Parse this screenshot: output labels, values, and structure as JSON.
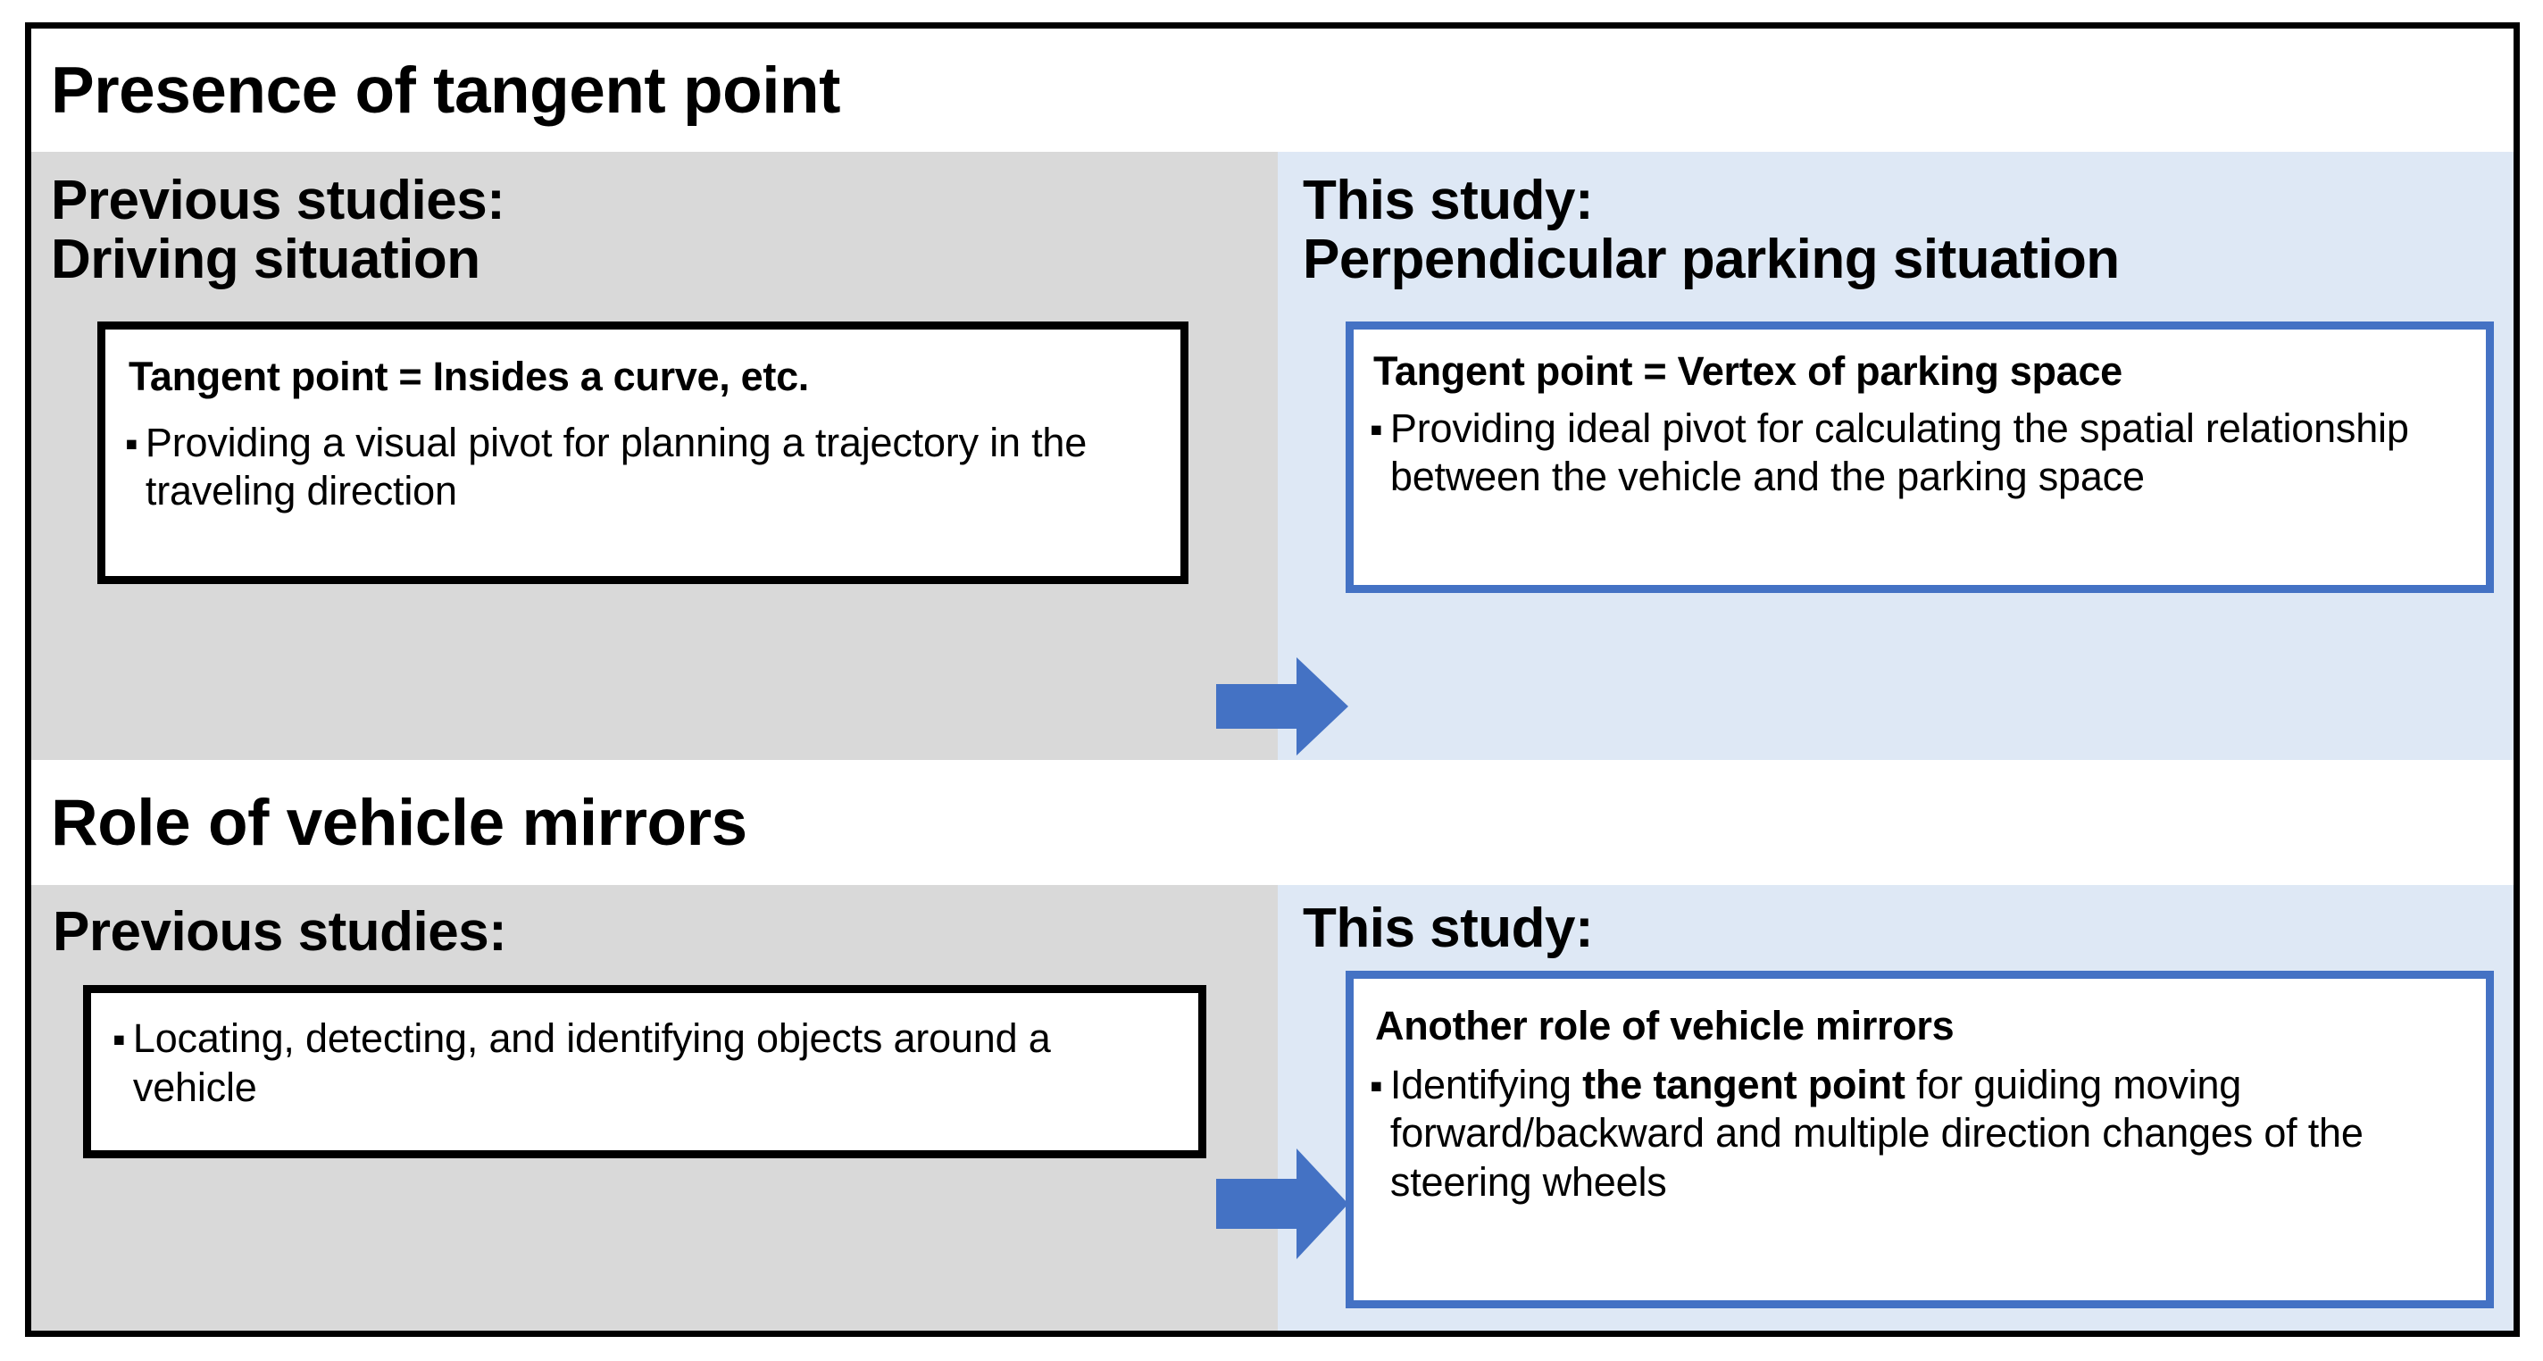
{
  "document": {
    "kind": "two-row comparison diagram",
    "colors": {
      "frame_border": "#000000",
      "panel_gray": "#d9d9d9",
      "panel_blue": "#dee8f5",
      "accent_blue": "#4472c4",
      "text": "#000000",
      "box_white": "#ffffff"
    }
  },
  "sections": [
    {
      "id": "tangent-point",
      "header": "Presence of tangent point",
      "left": {
        "title": "Previous studies:\nDriving situation",
        "box": {
          "heading": "Tangent point = Insides a curve, etc.",
          "bullets": [
            {
              "marker": "▪",
              "text_before": "Providing a visual pivot for planning a trajectory in the traveling direction",
              "bold": "",
              "text_after": ""
            }
          ]
        }
      },
      "arrow": {
        "name": "right-arrow-icon",
        "color": "#4472c4"
      },
      "right": {
        "title": "This study:\nPerpendicular parking situation",
        "box": {
          "heading": "Tangent point = Vertex of parking space",
          "bullets": [
            {
              "marker": "▪",
              "text_before": "Providing ideal pivot for calculating the spatial relationship between the vehicle and the parking space",
              "bold": "",
              "text_after": ""
            }
          ]
        }
      }
    },
    {
      "id": "vehicle-mirrors",
      "header": "Role of vehicle mirrors",
      "left": {
        "title": "Previous studies:",
        "box": {
          "heading": "",
          "bullets": [
            {
              "marker": "▪",
              "text_before": "Locating, detecting, and identifying objects around a vehicle",
              "bold": "",
              "text_after": ""
            }
          ]
        }
      },
      "arrow": {
        "name": "right-arrow-icon",
        "color": "#4472c4"
      },
      "right": {
        "title": "This study:",
        "box": {
          "heading": "Another role of vehicle mirrors",
          "bullets": [
            {
              "marker": "▪",
              "text_before": "Identifying ",
              "bold": "the tangent point",
              "text_after": " for guiding moving forward/backward and multiple direction changes of the steering wheels"
            }
          ]
        }
      }
    }
  ]
}
